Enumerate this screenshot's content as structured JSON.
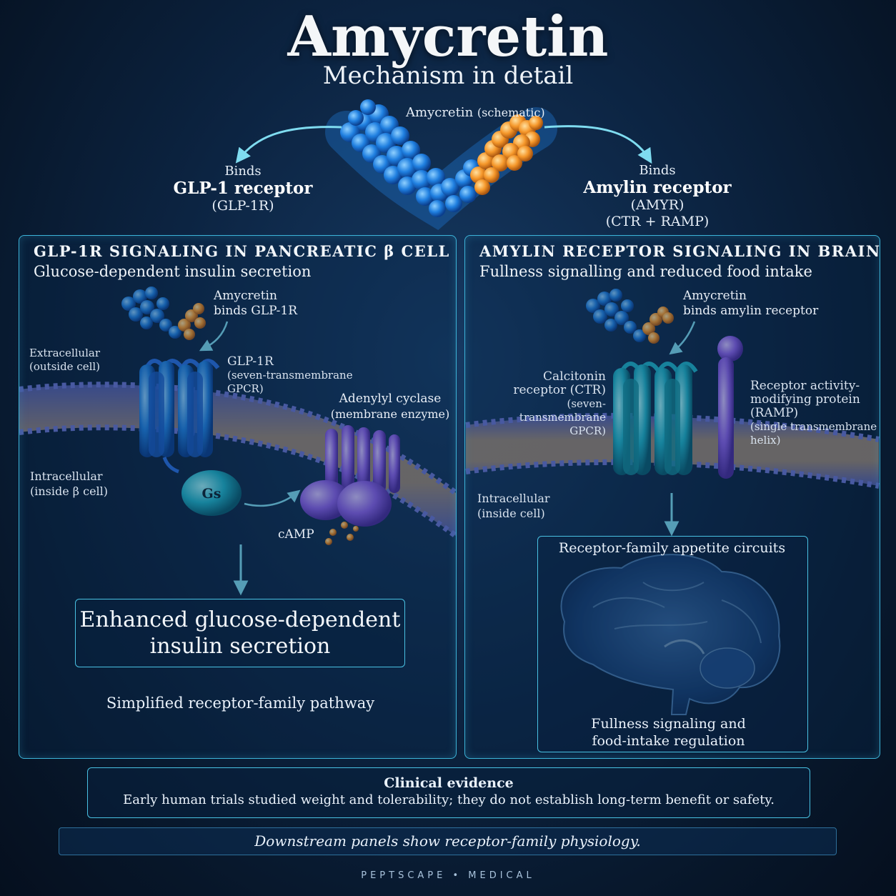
{
  "title": "Amycretin",
  "subtitle": "Mechanism in detail",
  "molecule": {
    "name": "Amycretin",
    "note": "(schematic)"
  },
  "binds_left": {
    "verb": "Binds",
    "target": "GLP-1 receptor",
    "abbr": "(GLP-1R)"
  },
  "binds_right": {
    "verb": "Binds",
    "target": "Amylin receptor",
    "abbr": "(AMYR)",
    "components": "(CTR + RAMP)"
  },
  "left_panel": {
    "heading": "GLP-1R SIGNALING IN PANCREATIC β CELL",
    "subheading": "Glucose-dependent insulin secretion",
    "amycretin_label_1": "Amycretin",
    "amycretin_label_2": "binds GLP-1R",
    "extracellular_1": "Extracellular",
    "extracellular_2": "(outside cell)",
    "receptor_1": "GLP-1R",
    "receptor_2": "(seven-transmembrane",
    "receptor_3": "GPCR)",
    "cyclase_1": "Adenylyl cyclase",
    "cyclase_2": "(membrane enzyme)",
    "intracellular_1": "Intracellular",
    "intracellular_2": "(inside β cell)",
    "gs": "Gs",
    "camp": "cAMP",
    "outcome_1": "Enhanced glucose-dependent",
    "outcome_2": "insulin secretion",
    "note": "Simplified receptor-family pathway"
  },
  "right_panel": {
    "heading": "AMYLIN RECEPTOR SIGNALING IN BRAIN",
    "subheading": "Fullness signalling and reduced food intake",
    "amycretin_label_1": "Amycretin",
    "amycretin_label_2": "binds amylin receptor",
    "ctr_1": "Calcitonin",
    "ctr_2": "receptor (CTR)",
    "ctr_3": "(seven-transmembrane",
    "ctr_4": "GPCR)",
    "ramp_1": "Receptor activity-",
    "ramp_2": "modifying protein",
    "ramp_3": "(RAMP)",
    "ramp_4": "(single transmembrane",
    "ramp_5": "helix)",
    "intracellular_1": "Intracellular",
    "intracellular_2": "(inside cell)",
    "circuits": "Receptor-family appetite circuits",
    "outcome_1": "Fullness signaling and",
    "outcome_2": "food-intake regulation"
  },
  "clinical": {
    "heading": "Clinical evidence",
    "text": "Early human trials studied weight and tolerability; they do not establish long-term benefit or safety."
  },
  "disclaimer": "Downstream panels show receptor-family physiology.",
  "footer": "PEPTSCAPE • MEDICAL",
  "colors": {
    "accent": "#3cb3d8",
    "molecule_blue": "#1f7fe0",
    "molecule_orange": "#f5972a",
    "receptor_blue": "#2a6fe0",
    "ctr_teal": "#1fb3c8",
    "cyclase_purple": "#8a5fe8"
  }
}
